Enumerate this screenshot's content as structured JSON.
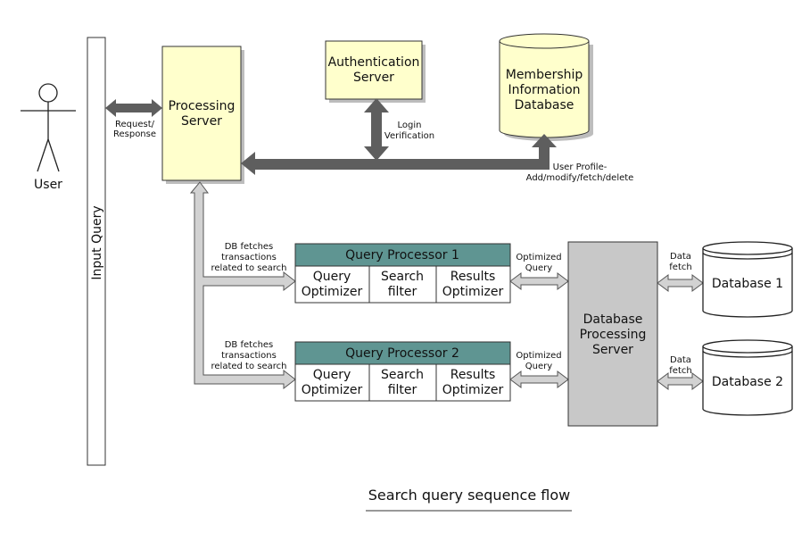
{
  "diagram": {
    "title": "Search query sequence flow",
    "actor": {
      "label": "User"
    },
    "input_bar": {
      "label": "Input Query"
    },
    "processing_server": {
      "line1": "Processing",
      "line2": "Server"
    },
    "auth_server": {
      "line1": "Authentication",
      "line2": "Server"
    },
    "membership_db": {
      "line1": "Membership",
      "line2": "Information",
      "line3": "Database"
    },
    "labels": {
      "request_response": {
        "line1": "Request/",
        "line2": "Response"
      },
      "login_verification": {
        "line1": "Login",
        "line2": "Verification"
      },
      "user_profile": {
        "line1": "User Profile-",
        "line2": "Add/modify/fetch/delete"
      },
      "db_fetches_1": {
        "line1": "DB fetches",
        "line2": "transactions",
        "line3": "related to search"
      },
      "db_fetches_2": {
        "line1": "DB fetches",
        "line2": "transactions",
        "line3": "related to search"
      },
      "optimized_query_1": {
        "line1": "Optimized",
        "line2": "Query"
      },
      "optimized_query_2": {
        "line1": "Optimized",
        "line2": "Query"
      },
      "data_fetch_1": {
        "line1": "Data",
        "line2": "fetch"
      },
      "data_fetch_2": {
        "line1": "Data",
        "line2": "fetch"
      }
    },
    "query_processor_1": {
      "title": "Query Processor 1",
      "query_optimizer": {
        "line1": "Query",
        "line2": "Optimizer"
      },
      "search_filter": {
        "line1": "Search",
        "line2": "filter"
      },
      "results_optimizer": {
        "line1": "Results",
        "line2": "Optimizer"
      }
    },
    "query_processor_2": {
      "title": "Query Processor 2",
      "query_optimizer": {
        "line1": "Query",
        "line2": "Optimizer"
      },
      "search_filter": {
        "line1": "Search",
        "line2": "filter"
      },
      "results_optimizer": {
        "line1": "Results",
        "line2": "Optimizer"
      }
    },
    "db_processing_server": {
      "line1": "Database",
      "line2": "Processing",
      "line3": "Server"
    },
    "database_1": {
      "label": "Database 1"
    },
    "database_2": {
      "label": "Database 2"
    },
    "colors": {
      "box_fill": "#ffffcc",
      "processor_header": "#5f9592",
      "db_server_fill": "#c8c8c8",
      "arrow_dark": "#5e5e5e",
      "arrow_light": "#d2d2d2",
      "shadow": "#bdbdbd"
    }
  }
}
